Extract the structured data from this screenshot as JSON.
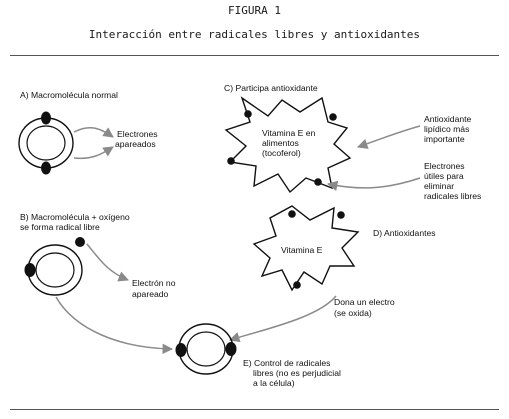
{
  "figure": {
    "number": "FIGURA 1",
    "title": "Interacción entre radicales libres y antioxidantes"
  },
  "labels": {
    "a_heading": "A) Macromolécula normal",
    "paired_1": "Electrones",
    "paired_2": "apareados",
    "b_heading_1": "B) Macromolécula + oxígeno",
    "b_heading_2": "se forma radical libre",
    "unpaired_1": "Electrón no",
    "unpaired_2": "apareado",
    "c_heading": "C) Participa antioxidante",
    "vit_food_1": "Vitamina E en",
    "vit_food_2": "alimentos",
    "vit_food_3": "(tocoferol)",
    "lipid_1": "Antioxidante",
    "lipid_2": "lipídico más",
    "lipid_3": "importante",
    "useful_1": "Electrones",
    "useful_2": "útiles para",
    "useful_3": "eliminar",
    "useful_4": "radicales libres",
    "d_heading": "D) Antioxidantes",
    "vit_e": "Vitamina E",
    "donate_1": "Dona un electro",
    "donate_2": "(se oxida)",
    "e_heading_1": "E) Control de radicales",
    "e_heading_2": "libres (no es perjudicial",
    "e_heading_3": "a la célula)"
  }
}
